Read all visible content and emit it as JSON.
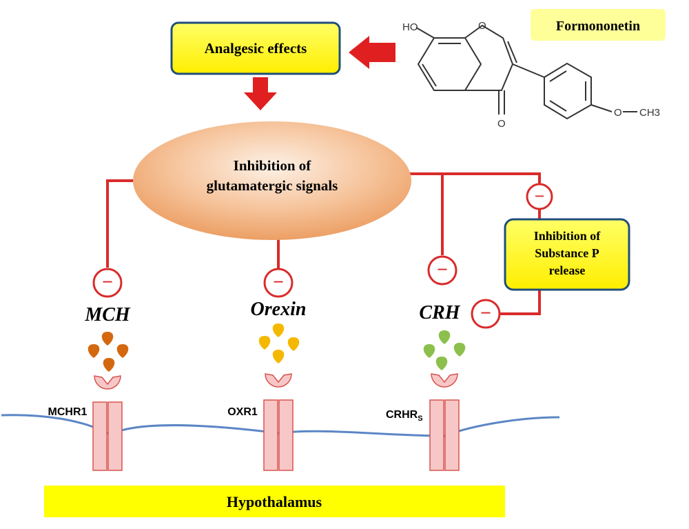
{
  "compound": {
    "name": "Formononetin",
    "atoms": {
      "hydroxyl": "HO",
      "ring_oxygen": "O",
      "carbonyl_oxygen": "O",
      "ether_oxygen": "O",
      "methyl": "CH3"
    }
  },
  "nodes": {
    "analgesic": "Analgesic effects",
    "inhibition_glutamatergic": [
      "Inhibition of",
      "glutamatergic signals"
    ],
    "substance_p": [
      "Inhibition of",
      "Substance P",
      "release"
    ]
  },
  "neuropeptides": [
    {
      "name": "MCH",
      "receptor": "MCHR1",
      "receptor_sub": "",
      "dot_color": "#d4680f"
    },
    {
      "name": "Orexin",
      "receptor": "OXR1",
      "receptor_sub": "",
      "dot_color": "#f5b800"
    },
    {
      "name": "CRH",
      "receptor": "CRHR",
      "receptor_sub": "S",
      "dot_color": "#8cbf4c"
    }
  ],
  "inhibition_symbol": "−",
  "region": "Hypothalamus",
  "colors": {
    "box_fill": "#ffff00",
    "box_border": "#1f4e79",
    "connector": "#d92b2b",
    "arrow": "#e02020",
    "membrane": "#5b86c5",
    "receptor_fill": "#f7c7c7",
    "receptor_stroke": "#d9534f",
    "compound_label_bg": "#ffff99",
    "region_bar": "#ffff00"
  }
}
